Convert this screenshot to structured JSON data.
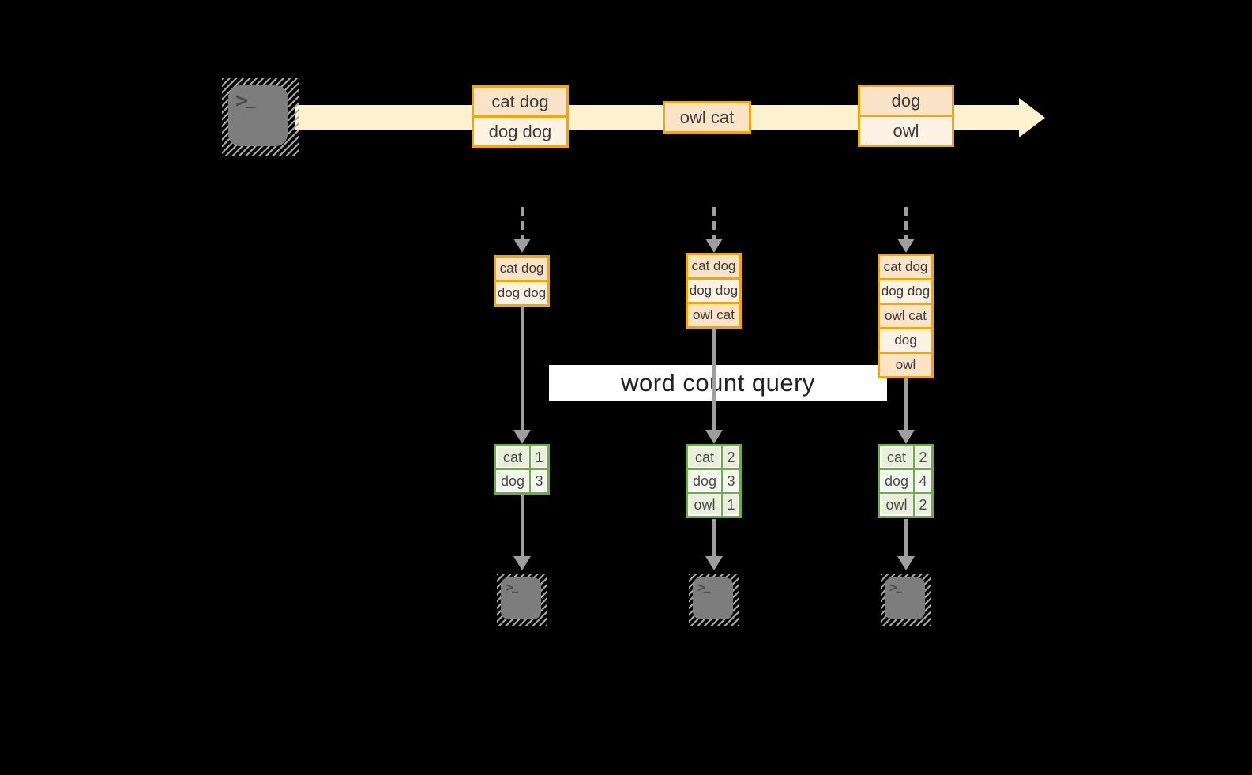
{
  "colors": {
    "background": "#000000",
    "stream_fill": "#FCF2CF",
    "accent_orange": "#F2A702",
    "peach_dark": "#FAE3C7",
    "peach_light": "#FDF2E4",
    "green_border": "#6CAE45",
    "green_cell_dark": "#E9EFDB",
    "green_cell_light": "#F4F7ED",
    "arrow_gray": "#9E9E9E",
    "terminal_gray": "#7D7D7D",
    "glyph_dark": "#4E4E4E",
    "hatch_gray": "#A9A9A9",
    "text_dark": "#3C3C3C",
    "query_text": "#222222",
    "white": "#FFFFFF"
  },
  "terminal_glyph": ">",
  "terminal_cursor": "_",
  "query_label": "word count query",
  "stream_events": [
    {
      "lines": [
        "cat dog",
        "dog dog"
      ]
    },
    {
      "lines": [
        "owl cat"
      ]
    },
    {
      "lines": [
        "dog",
        "owl"
      ]
    }
  ],
  "columns": [
    {
      "buffer": [
        "cat dog",
        "dog dog"
      ],
      "counts": [
        {
          "word": "cat",
          "count": "1"
        },
        {
          "word": "dog",
          "count": "3"
        }
      ]
    },
    {
      "buffer": [
        "cat dog",
        "dog dog",
        "owl cat"
      ],
      "counts": [
        {
          "word": "cat",
          "count": "2"
        },
        {
          "word": "dog",
          "count": "3"
        },
        {
          "word": "owl",
          "count": "1"
        }
      ]
    },
    {
      "buffer": [
        "cat dog",
        "dog dog",
        "owl cat",
        "dog",
        "owl"
      ],
      "counts": [
        {
          "word": "cat",
          "count": "2"
        },
        {
          "word": "dog",
          "count": "4"
        },
        {
          "word": "owl",
          "count": "2"
        }
      ]
    }
  ]
}
